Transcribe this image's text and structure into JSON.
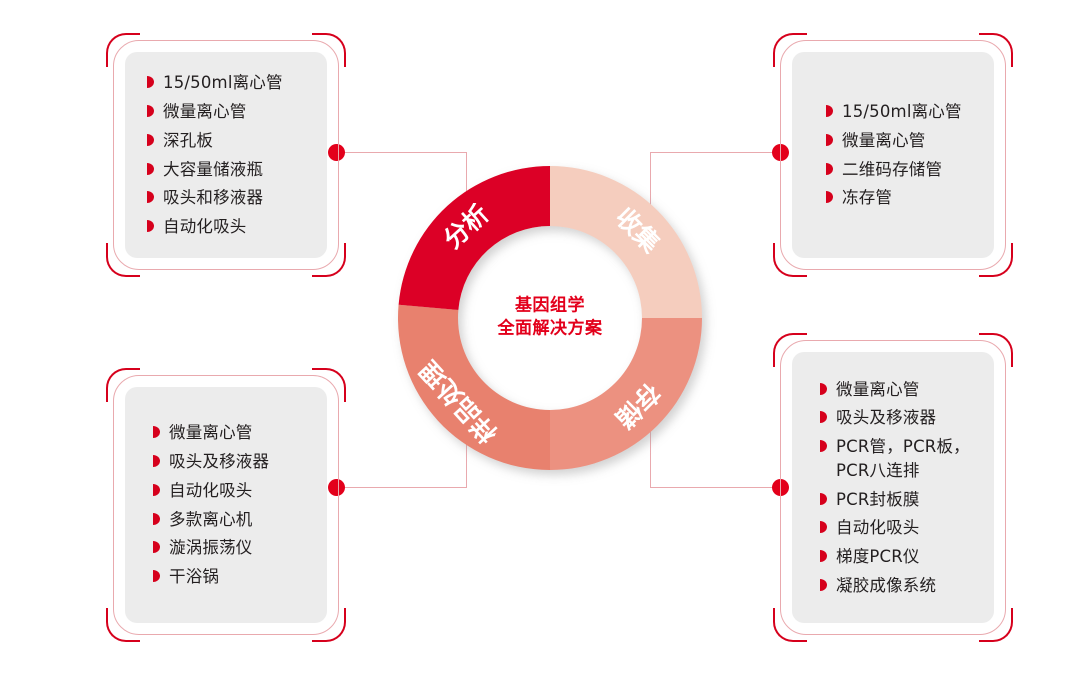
{
  "diagram": {
    "center": {
      "line1": "基因组学",
      "line2": "全面解决方案"
    },
    "colors": {
      "brand_red": "#D6001C",
      "dot_red": "#E3001B",
      "line_pink": "#E9A9AE",
      "panel_gray": "#ECECEC",
      "seg_collect": "#F5CDBE",
      "seg_storage": "#EC9180",
      "seg_sample": "#E8816E",
      "seg_analysis": "#DC0427"
    },
    "segments": [
      {
        "id": "collect",
        "label": "收集",
        "color": "#F5CDBE",
        "start_deg": -90,
        "end_deg": 0,
        "value": 25
      },
      {
        "id": "storage",
        "label": "存储",
        "color": "#EC9180",
        "start_deg": 0,
        "end_deg": 90,
        "value": 25
      },
      {
        "id": "sample",
        "label": "样品处理",
        "color": "#E8816E",
        "start_deg": 90,
        "end_deg": 185,
        "value": 26
      },
      {
        "id": "analysis",
        "label": "分析",
        "color": "#DC0427",
        "start_deg": 185,
        "end_deg": 270,
        "value": 24
      }
    ],
    "boxes": [
      {
        "id": "collect-box",
        "position": "top-left",
        "items": [
          "15/50ml离心管",
          "微量离心管",
          "深孔板",
          "大容量储液瓶",
          "吸头和移液器",
          "自动化吸头"
        ]
      },
      {
        "id": "storage-box",
        "position": "top-right",
        "items": [
          "15/50ml离心管",
          "微量离心管",
          "二维码存储管",
          "冻存管"
        ]
      },
      {
        "id": "analysis-box",
        "position": "bottom-left",
        "items": [
          "微量离心管",
          "吸头及移液器",
          "自动化吸头",
          "多款离心机",
          "漩涡振荡仪",
          "干浴锅"
        ]
      },
      {
        "id": "sample-box",
        "position": "bottom-right",
        "items": [
          "微量离心管",
          "吸头及移液器",
          "PCR管，PCR板，\nPCR八连排",
          "PCR封板膜",
          "自动化吸头",
          "梯度PCR仪",
          "凝胶成像系统"
        ]
      }
    ]
  }
}
